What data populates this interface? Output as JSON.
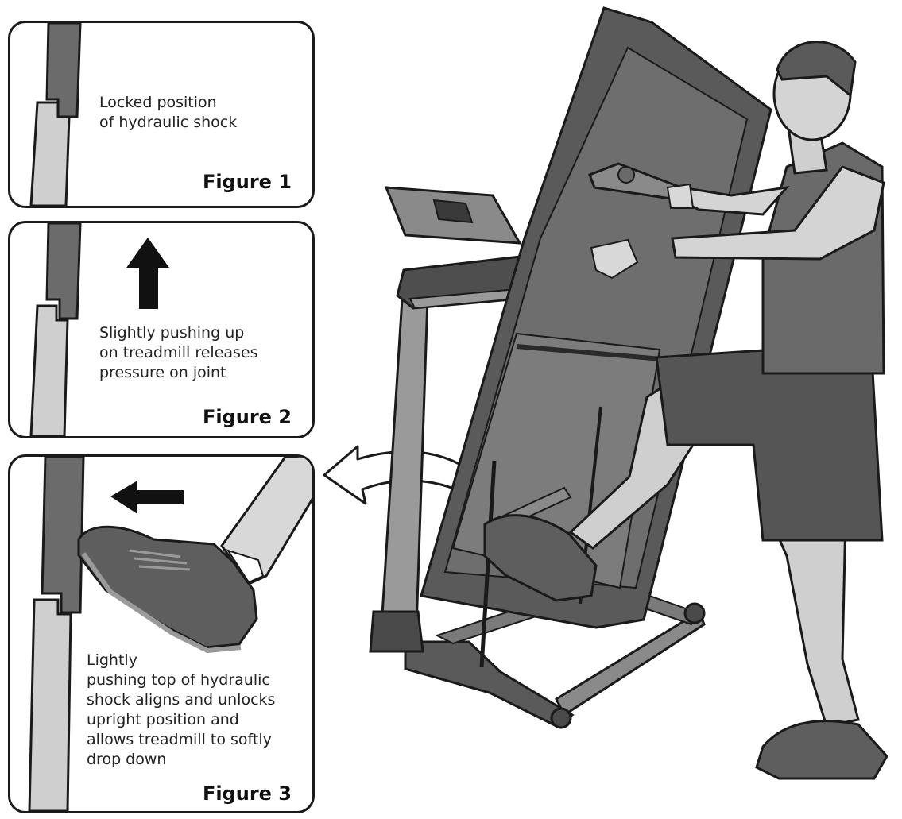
{
  "figures": [
    {
      "label": "Figure 1",
      "caption": "Locked position\nof hydraulic shock"
    },
    {
      "label": "Figure 2",
      "caption": "Slightly pushing up\non treadmill releases\npressure on joint"
    },
    {
      "label": "Figure 3",
      "caption": "Lightly\npushing top of hydraulic\nshock aligns and unlocks\nupright position and\nallows treadmill to softly\ndrop down"
    }
  ],
  "colors": {
    "outline": "#1a1a1a",
    "dark_gray": "#5a5a5a",
    "mid_gray": "#8a8a8a",
    "light_gray": "#c8c8c8",
    "arrow": "#111111"
  },
  "icons": [
    "up-arrow-icon",
    "left-arrow-icon",
    "curved-arrow-icon"
  ]
}
